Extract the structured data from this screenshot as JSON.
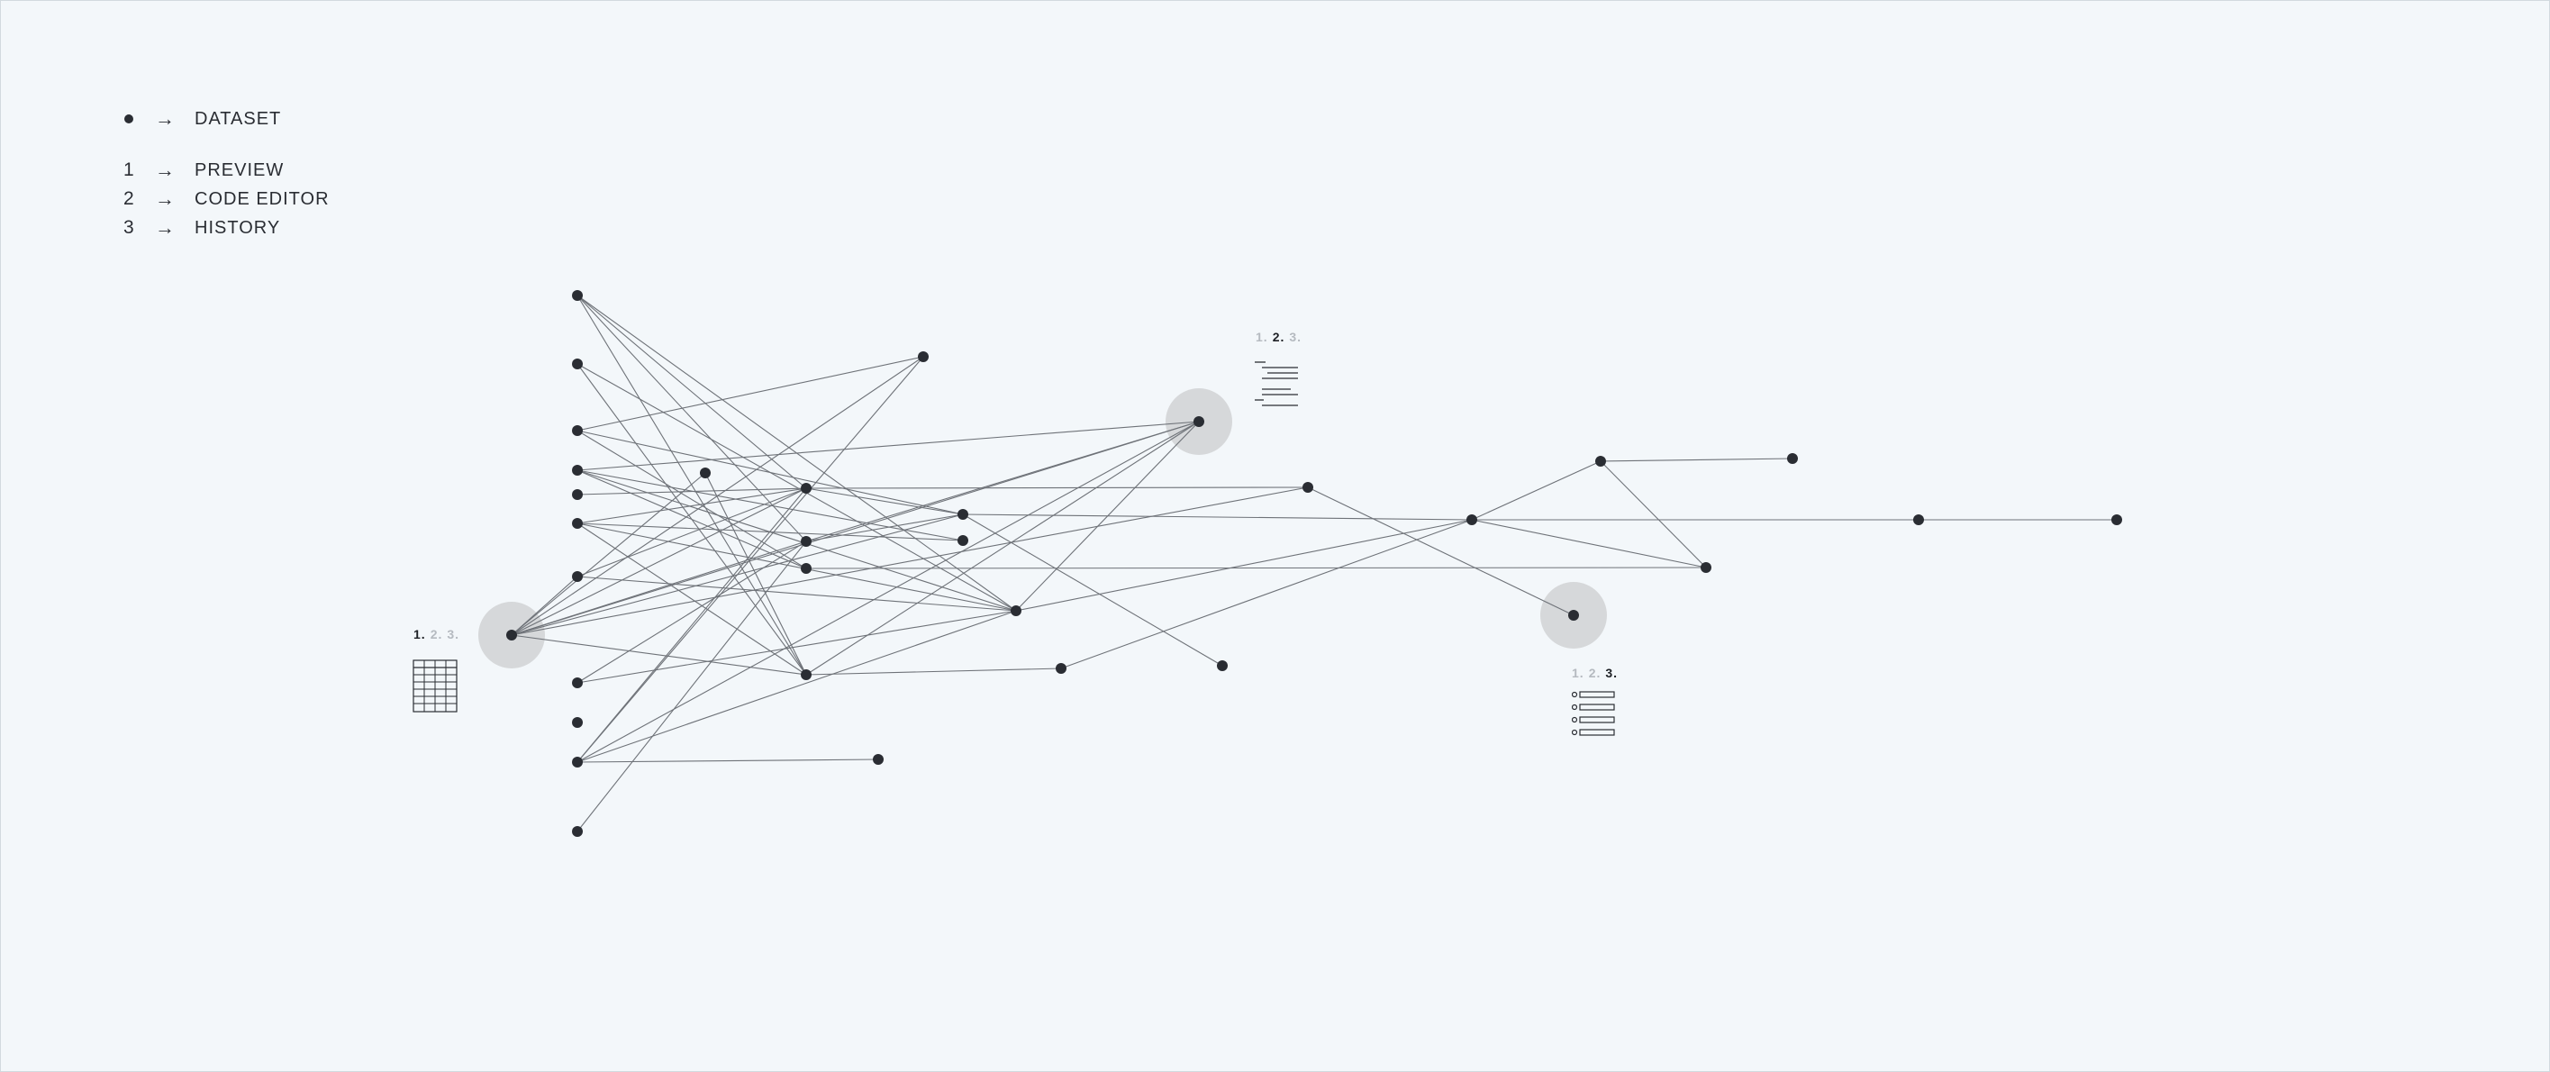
{
  "legend": {
    "dataset_symbol": "dot",
    "dataset_label": "DATASET",
    "items": [
      {
        "number": "1",
        "label": "PREVIEW"
      },
      {
        "number": "2",
        "label": "CODE EDITOR"
      },
      {
        "number": "3",
        "label": "HISTORY"
      }
    ],
    "arrow": "→"
  },
  "steppers": {
    "dataset_a": {
      "steps": [
        "1.",
        "2.",
        "3."
      ],
      "active": 0,
      "icon": "table-icon"
    },
    "dataset_b": {
      "steps": [
        "1.",
        "2.",
        "3."
      ],
      "active": 1,
      "icon": "code-lines-icon"
    },
    "dataset_c": {
      "steps": [
        "1.",
        "2.",
        "3."
      ],
      "active": 2,
      "icon": "history-list-icon"
    }
  },
  "colors": {
    "background": "#f3f7fa",
    "node": "#2a2d33",
    "edge": "#6e7278",
    "halo": "#d6d8da",
    "step_dim": "#b5bac0"
  }
}
